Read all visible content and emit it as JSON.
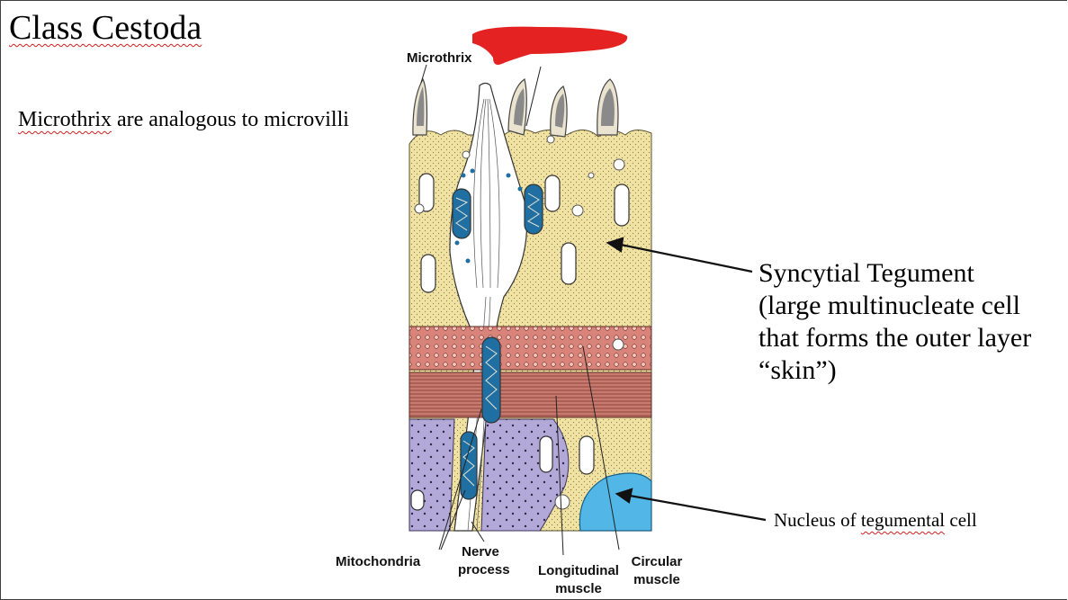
{
  "slide": {
    "title": "Class Cestoda",
    "note_term": "Microthrix",
    "note_rest": " are analogous to microvilli",
    "syncytial_lines": [
      "Syncytial Tegument",
      "(large multinucleate cell",
      "that forms the outer layer",
      "“skin”)"
    ],
    "nucleus_prefix": "Nucleus of ",
    "nucleus_term": "tegumental",
    "nucleus_suffix": " cell"
  },
  "figure_labels": {
    "microthrix": "Microthrix",
    "mitochondria": "Mitochondria",
    "nerve_line1": "Nerve",
    "nerve_line2": "process",
    "longitudinal_line1": "Longitudinal",
    "longitudinal_line2": "muscle",
    "circular_line1": "Circular",
    "circular_line2": "muscle"
  },
  "colors": {
    "tegument": "#efe2a3",
    "muscle": "#d9847a",
    "parenchyma": "#b3a9d8",
    "nucleus": "#52b7e7",
    "mitochondria": "#1f6fa3",
    "redaction": "#e52222"
  }
}
